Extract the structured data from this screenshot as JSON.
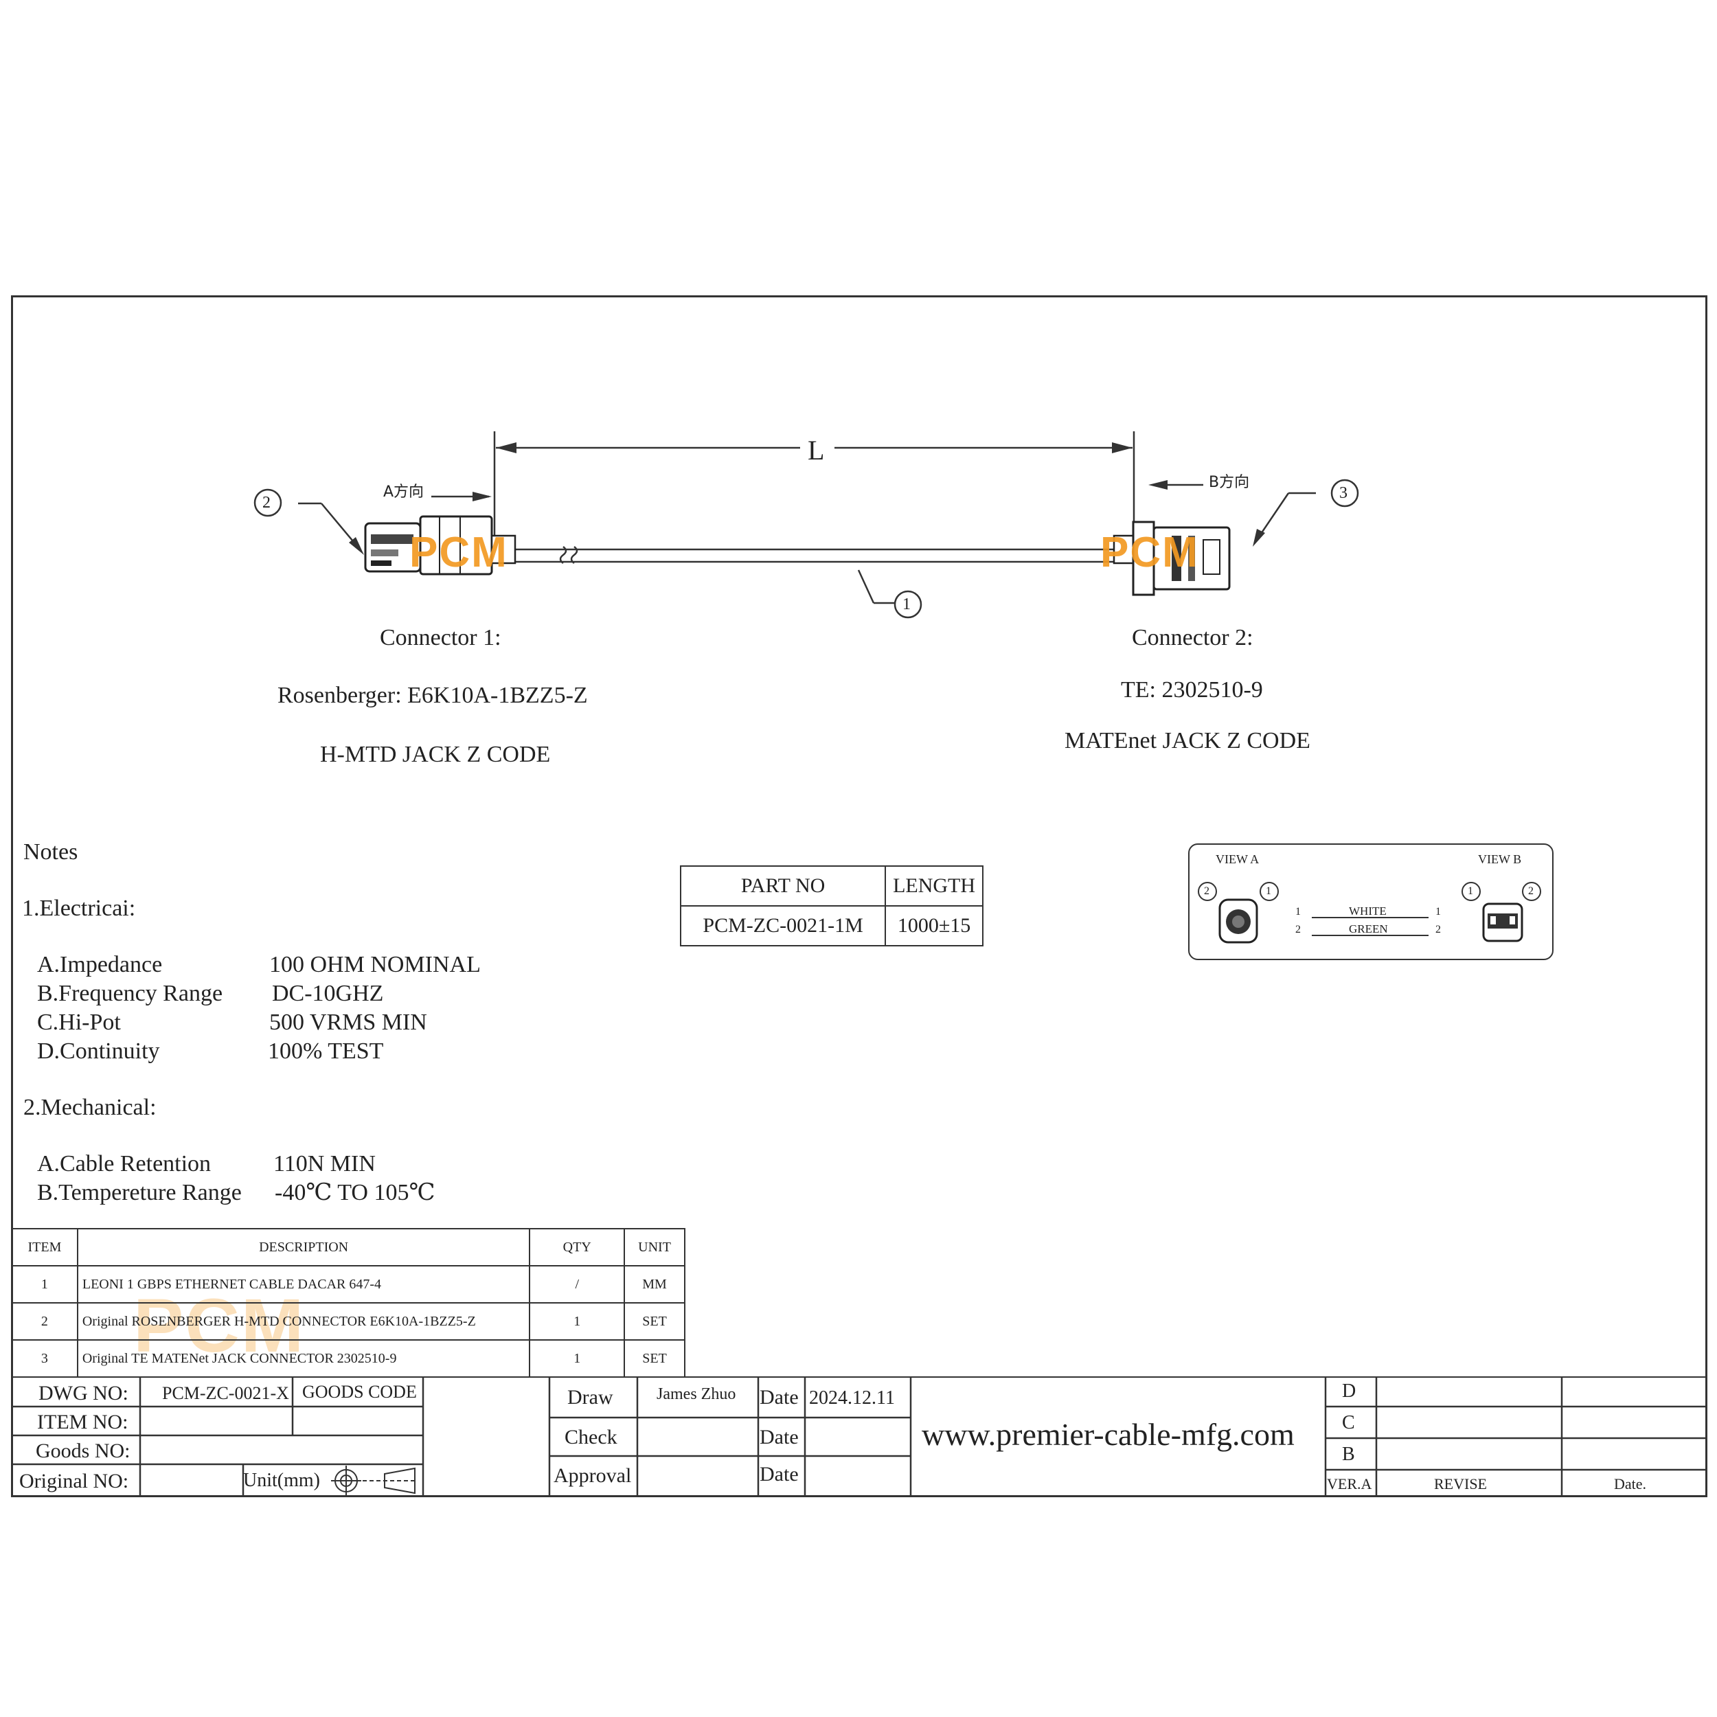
{
  "drawing": {
    "length_label": "L",
    "dir_a": "A方向",
    "dir_b": "B方向",
    "balloons": [
      "1",
      "2",
      "3"
    ],
    "logo_text": "PCM",
    "connector1": {
      "title": "Connector 1:",
      "part": "Rosenberger: E6K10A-1BZZ5-Z",
      "type": "H-MTD JACK Z CODE"
    },
    "connector2": {
      "title": "Connector 2:",
      "part": "TE: 2302510-9",
      "type": "MATEnet JACK Z CODE"
    }
  },
  "part_table": {
    "headers": [
      "PART NO",
      "LENGTH"
    ],
    "row": [
      "PCM-ZC-0021-1M",
      "1000±15"
    ]
  },
  "wiring": {
    "view_a": "VIEW A",
    "view_b": "VIEW B",
    "pin_balloons_a": [
      "2",
      "1"
    ],
    "pin_balloons_b": [
      "1",
      "2"
    ],
    "wires": [
      {
        "left_pin": "1",
        "color": "WHITE",
        "right_pin": "1"
      },
      {
        "left_pin": "2",
        "color": "GREEN",
        "right_pin": "2"
      }
    ]
  },
  "notes": {
    "title": "Notes",
    "electrical_title": "1.Electricai:",
    "electrical": [
      {
        "label": "A.Impedance",
        "value": "100 OHM NOMINAL"
      },
      {
        "label": "B.Frequency Range",
        "value": "DC-10GHZ"
      },
      {
        "label": "C.Hi-Pot",
        "value": "500 VRMS MIN"
      },
      {
        "label": "D.Continuity",
        "value": "100% TEST"
      }
    ],
    "mechanical_title": "2.Mechanical:",
    "mechanical": [
      {
        "label": "A.Cable Retention",
        "value": "110N MIN"
      },
      {
        "label": "B.Tempereture Range",
        "value": "-40℃ TO 105℃"
      }
    ]
  },
  "bom": {
    "headers": [
      "ITEM",
      "DESCRIPTION",
      "QTY",
      "UNIT"
    ],
    "rows": [
      [
        "1",
        "LEONI 1 GBPS ETHERNET CABLE DACAR 647-4",
        "/",
        "MM"
      ],
      [
        "2",
        "Original ROSENBERGER H-MTD CONNECTOR E6K10A-1BZZ5-Z",
        "1",
        "SET"
      ],
      [
        "3",
        "Original TE MATENet JACK CONNECTOR 2302510-9",
        "1",
        "SET"
      ]
    ]
  },
  "title_block": {
    "dwg_no_label": "DWG NO:",
    "dwg_no": "PCM-ZC-0021-X",
    "goods_code_label": "GOODS CODE",
    "item_no_label": "ITEM NO:",
    "goods_no_label": "Goods NO:",
    "original_no_label": "Original NO:",
    "unit_label": "Unit(mm)",
    "draw_label": "Draw",
    "draw_name": "James Zhuo",
    "check_label": "Check",
    "approval_label": "Approval",
    "date_label": "Date",
    "draw_date": "2024.12.11",
    "website": "www.premier-cable-mfg.com",
    "versions": [
      "D",
      "C",
      "B"
    ],
    "ver_label": "VER.A",
    "revise_label": "REVISE",
    "rev_date_label": "Date."
  }
}
